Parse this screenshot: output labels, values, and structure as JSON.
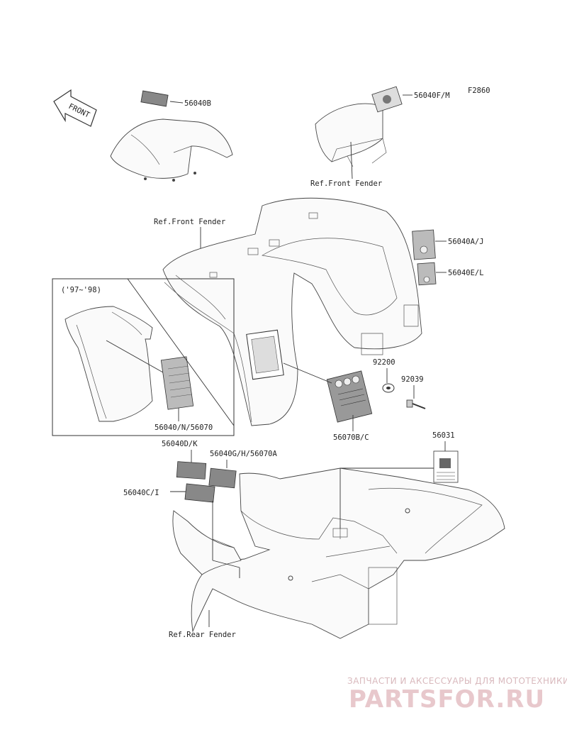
{
  "diagram": {
    "code": "F2860",
    "front_badge": "FRONT",
    "inset_years": "('97~'98)",
    "parts": {
      "p56040B": "56040B",
      "p56040FM": "56040F/M",
      "p56040AJ": "56040A/J",
      "p56040EL": "56040E/L",
      "p92200": "92200",
      "p92039": "92039",
      "p56040N56070": "56040/N/56070",
      "p56070BC": "56070B/C",
      "p56040DK": "56040D/K",
      "p56040GH56070A": "56040G/H/56070A",
      "p56031": "56031",
      "p56040CI": "56040C/I"
    },
    "refs": {
      "front_fender_top": "Ref.Front Fender",
      "front_fender_mid": "Ref.Front Fender",
      "rear_fender": "Ref.Rear Fender"
    }
  },
  "watermark": {
    "line1": "ЗАПЧАСТИ И АКСЕССУАРЫ ДЛЯ МОТОТЕХНИКИ",
    "line2": "PARTSFOR.RU"
  }
}
